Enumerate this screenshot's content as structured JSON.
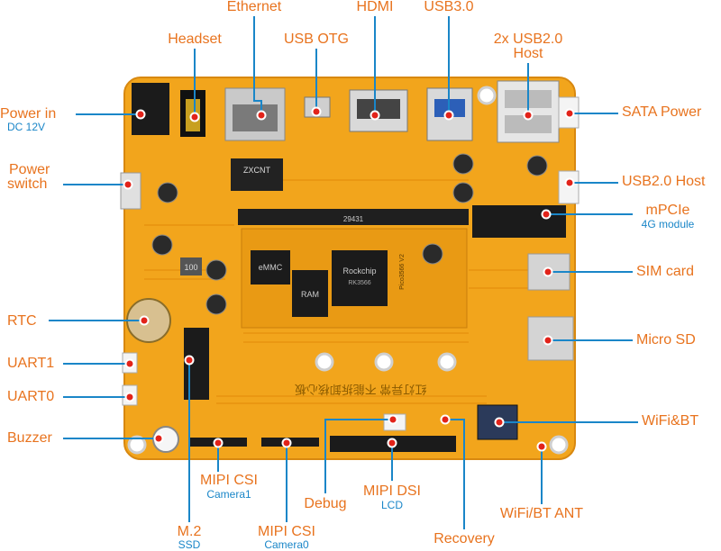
{
  "colors": {
    "label_orange": "#e8731e",
    "label_blue": "#1a86c8",
    "leader_line": "#1a86c8",
    "pcb": "#f2a51c",
    "marker": "#e2231a"
  },
  "labels": {
    "ethernet": "Ethernet",
    "hdmi": "HDMI",
    "usb3": "USB3.0",
    "headset": "Headset",
    "usb_otg": "USB OTG",
    "usb2_host_2x_line1": "2x USB2.0",
    "usb2_host_2x_line2": "Host",
    "sata_power": "SATA Power",
    "power_in": "Power in",
    "power_in_sub": "DC 12V",
    "power_switch_line1": "Power",
    "power_switch_line2": "switch",
    "usb2_host": "USB2.0 Host",
    "mpcie": "mPCIe",
    "mpcie_sub": "4G module",
    "sim_card": "SIM card",
    "rtc": "RTC",
    "micro_sd": "Micro SD",
    "uart1": "UART1",
    "uart0": "UART0",
    "wifi_bt": "WiFi&BT",
    "buzzer": "Buzzer",
    "mipi_csi_1": "MIPI CSI",
    "mipi_csi_1_sub": "Camera1",
    "debug": "Debug",
    "mipi_dsi": "MIPI DSI",
    "mipi_dsi_sub": "LCD",
    "wifi_bt_ant": "WiFi/BT ANT",
    "m2": "M.2",
    "m2_sub": "SSD",
    "mipi_csi_0": "MIPI CSI",
    "mipi_csi_0_sub": "Camera0",
    "recovery": "Recovery"
  },
  "board": {
    "chip_emmc": "eMMC",
    "chip_ram": "RAM",
    "chip_soc": "Rockchip",
    "chip_soc_part": "RK3566",
    "som_label": "Pico3566 V2",
    "eth_magnetics": "ZXCNT",
    "inductor_100": "100",
    "mpcie_silk": "29431",
    "board_silk": "红灯异常  不能拆卸核心板"
  }
}
